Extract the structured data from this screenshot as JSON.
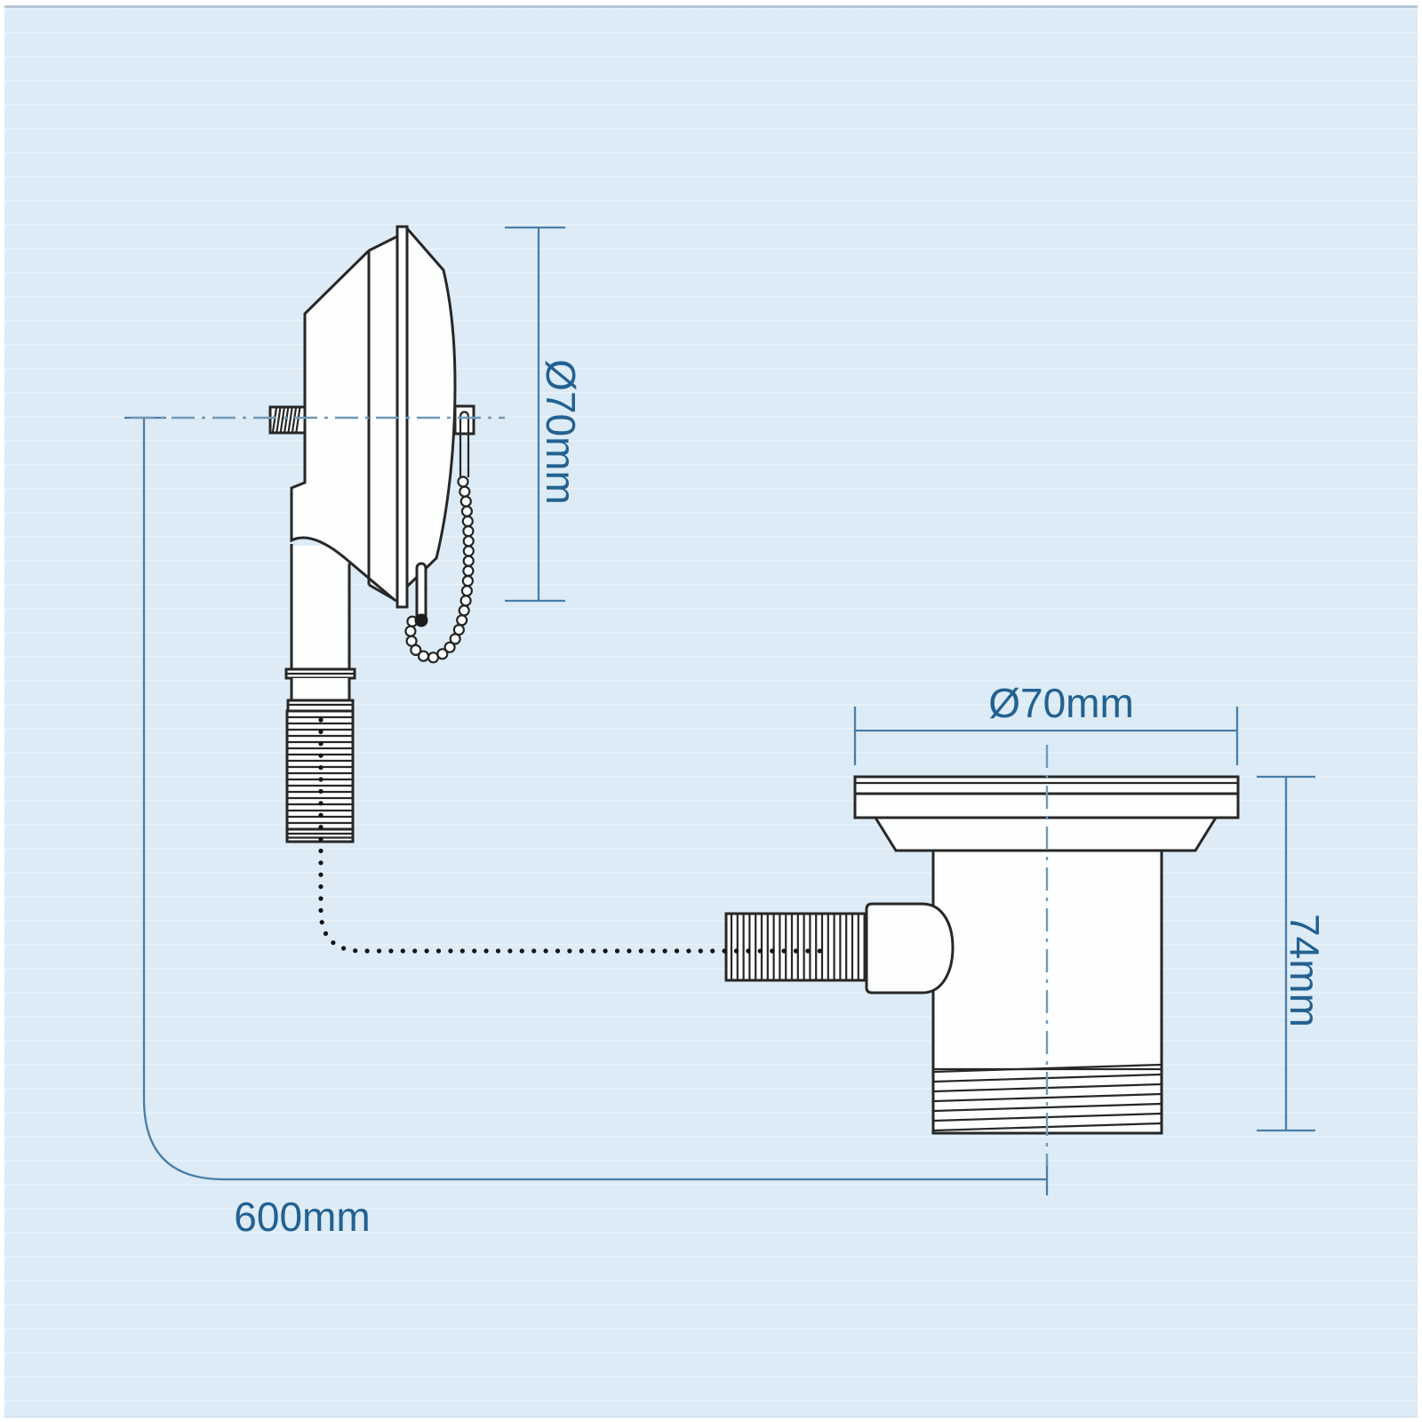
{
  "dimensions": {
    "overflow_diameter": "Ø70mm",
    "waste_flange_diameter": "Ø70mm",
    "waste_body_height": "74mm",
    "overflow_to_waste_distance": "600mm"
  },
  "colors": {
    "background": "#dcebf6",
    "frame": "#ffffff",
    "outline": "#272727",
    "dimension_line": "#4a7ea7",
    "centerline": "#6f99b8",
    "label_text": "#236191"
  }
}
